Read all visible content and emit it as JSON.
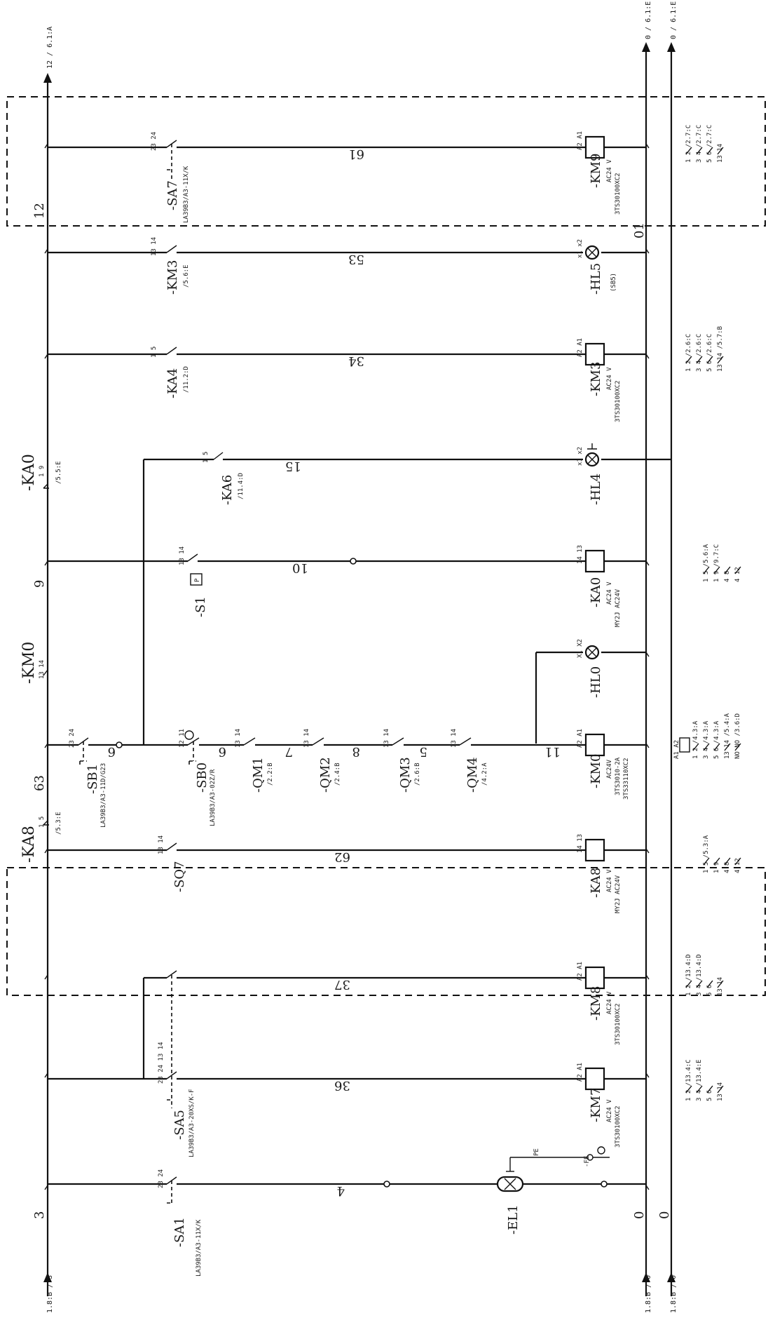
{
  "refs": {
    "top_12": "12 / 6.1:A",
    "top_0a": "0 / 6.1:E",
    "top_0b": "0 / 6.1:E",
    "bot_3": "1.8:B / 3",
    "bot_0a": "1.8:B / 0",
    "bot_0b": "1.8:B / 0"
  },
  "rails": {
    "l12": "12",
    "l9": "9",
    "l63": "63",
    "l3": "3",
    "r0a": "0",
    "r0b": "0",
    "r01": "01"
  },
  "wires": {
    "w61": "61",
    "w53": "53",
    "w34": "34",
    "w15": "15",
    "w10": "10",
    "w6a": "6",
    "w6b": "6",
    "w7": "7",
    "w8": "8",
    "w5": "5",
    "w11": "11",
    "w62": "62",
    "w37": "37",
    "w36": "36",
    "w4": "4"
  },
  "components": {
    "ka0_top": {
      "name": "-KA0",
      "pins": "1  9",
      "ref": "/5.5:E"
    },
    "km0_left": {
      "name": "-KM0",
      "pins": "13  14"
    },
    "ka8_left": {
      "name": "-KA8",
      "pins": "1  5",
      "ref": "/5.3:E"
    },
    "sa7": {
      "name": "-SA7",
      "pins": "23  24",
      "sub": "LA39B3/A3-11X/K"
    },
    "km3c": {
      "name": "-KM3",
      "pins": "13  14",
      "ref": "/5.6:E"
    },
    "ka4": {
      "name": "-KA4",
      "pins": "1  5",
      "ref": "/11.2:D"
    },
    "ka6": {
      "name": "-KA6",
      "pins": "1  5",
      "ref": "/11.4:D"
    },
    "s1": {
      "name": "-S1",
      "pins": "13  14",
      "p": "P"
    },
    "sb1": {
      "name": "-SB1",
      "pins": "23  24",
      "sub": "LA39B3/A3-11D/G23"
    },
    "sb0": {
      "name": "-SB0",
      "pins": "12  11",
      "sub": "LA39B3/A3-02Z/R"
    },
    "qm1": {
      "name": "-QM1",
      "pins": "13  14",
      "ref": "/2.2:B"
    },
    "qm2": {
      "name": "-QM2",
      "pins": "13  14",
      "ref": "/2.4:B"
    },
    "qm3": {
      "name": "-QM3",
      "pins": "13  14",
      "ref": "/2.6:B"
    },
    "qm4": {
      "name": "-QM4",
      "pins": "13  14",
      "ref": "/4.2:A"
    },
    "sq7": {
      "name": "-SQ7",
      "pins": "13  14"
    },
    "sa5": {
      "name": "-SA5",
      "pins": "23  24  13  14",
      "sub": "LA39B3/A3-20XS/K-F"
    },
    "sa1": {
      "name": "-SA1",
      "pins": "23  24",
      "sub": "LA39B3/A3-11X/K"
    },
    "km9": {
      "name": "-KM9",
      "pins": "A2  A1",
      "s1": "AC24 V",
      "s2": "3TS30100XC2"
    },
    "hl5": {
      "name": "-HL5",
      "sub": "(SB5)",
      "pins": "x1  x2"
    },
    "km3": {
      "name": "-KM3",
      "pins": "A2  A1",
      "s1": "AC24 V",
      "s2": "3TS30100XC2"
    },
    "hl4": {
      "name": "-HL4",
      "pins": "x1  x2"
    },
    "ka0": {
      "name": "-KA0",
      "pins": "14  13",
      "s1": "AC24 V",
      "s2": "MY2J AC24V"
    },
    "hl0": {
      "name": "-HL0",
      "pins": "X1  X2"
    },
    "km0": {
      "name": "-KM0",
      "pins": "A2  A1",
      "s1": "AC24V",
      "s2": "3TS3010-2A",
      "s3": "3TS33110XC2"
    },
    "ka8": {
      "name": "-KA8",
      "pins": "14  13",
      "s1": "AC24 V",
      "s2": "MY2J AC24V"
    },
    "km8": {
      "name": "-KM8",
      "pins": "A2  A1",
      "s1": "AC24 V",
      "s2": "3TS30100XC2"
    },
    "km7": {
      "name": "-KM7",
      "pins": "A2  A1",
      "s1": "AC24 V",
      "s2": "3TS30100XC2"
    },
    "el1": {
      "name": "-EL1",
      "pe": "PE",
      "fe": "-FE"
    }
  },
  "xrefs": {
    "km9": [
      "1  2  /2.7:C",
      "3  4  /2.7:C",
      "5  6  /2.7:C",
      "13  14"
    ],
    "km3": [
      "1  2  /2.6:C",
      "3  4  /2.6:C",
      "5  6  /2.6:C",
      "13  14 /5.7:B"
    ],
    "ka0": [
      "1  5  /5.6:A",
      "1  9  /9.7:C",
      "4  8",
      "4  12"
    ],
    "km0": [
      "A1  A2",
      "1  2  /4.3:A",
      "3  4  /4.3:A",
      "5  6  /4.3:A",
      "13  14 /5.4:A",
      "NO  NO /3.6:D"
    ],
    "ka8": [
      "1  5  /5.3:A",
      "1  9",
      "4  8",
      "4  12"
    ],
    "km8": [
      "1  2  /13.4:D",
      "3  4  /13.4:D",
      "5  6",
      "13  14"
    ],
    "km7": [
      "1  2  /13.4:C",
      "3  4  /13.4:E",
      "5  6",
      "13  14"
    ]
  }
}
